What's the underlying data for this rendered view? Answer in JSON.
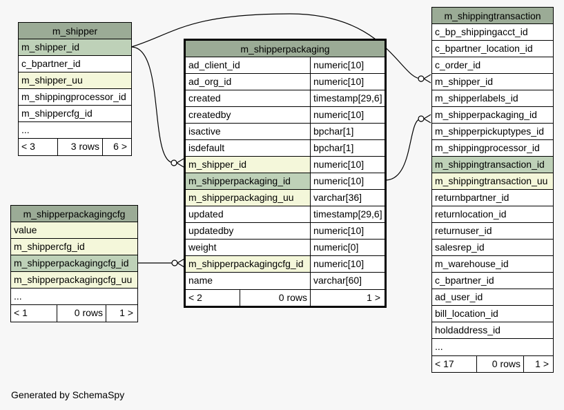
{
  "diagram": {
    "generated_by": "Generated by SchemaSpy",
    "m_shipper": {
      "title": "m_shipper",
      "columns": [
        "m_shipper_id",
        "c_bpartner_id",
        "m_shipper_uu",
        "m_shippingprocessor_id",
        "m_shippercfg_id",
        "..."
      ],
      "footer": {
        "left": "< 3",
        "mid": "3 rows",
        "right": "6 >"
      }
    },
    "m_shipperpackaging": {
      "title": "m_shipperpackaging",
      "columns": [
        {
          "name": "ad_client_id",
          "type": "numeric[10]"
        },
        {
          "name": "ad_org_id",
          "type": "numeric[10]"
        },
        {
          "name": "created",
          "type": "timestamp[29,6]"
        },
        {
          "name": "createdby",
          "type": "numeric[10]"
        },
        {
          "name": "isactive",
          "type": "bpchar[1]"
        },
        {
          "name": "isdefault",
          "type": "bpchar[1]"
        },
        {
          "name": "m_shipper_id",
          "type": "numeric[10]"
        },
        {
          "name": "m_shipperpackaging_id",
          "type": "numeric[10]"
        },
        {
          "name": "m_shipperpackaging_uu",
          "type": "varchar[36]"
        },
        {
          "name": "updated",
          "type": "timestamp[29,6]"
        },
        {
          "name": "updatedby",
          "type": "numeric[10]"
        },
        {
          "name": "weight",
          "type": "numeric[0]"
        },
        {
          "name": "m_shipperpackagingcfg_id",
          "type": "numeric[10]"
        },
        {
          "name": "name",
          "type": "varchar[60]"
        }
      ],
      "footer": {
        "left": "< 2",
        "mid": "0 rows",
        "right": "1 >"
      }
    },
    "m_shipperpackagingcfg": {
      "title": "m_shipperpackagingcfg",
      "columns": [
        "value",
        "m_shippercfg_id",
        "m_shipperpackagingcfg_id",
        "m_shipperpackagingcfg_uu",
        "..."
      ],
      "footer": {
        "left": "< 1",
        "mid": "0 rows",
        "right": "1 >"
      }
    },
    "m_shippingtransaction": {
      "title": "m_shippingtransaction",
      "columns": [
        "c_bp_shippingacct_id",
        "c_bpartner_location_id",
        "c_order_id",
        "m_shipper_id",
        "m_shipperlabels_id",
        "m_shipperpackaging_id",
        "m_shipperpickuptypes_id",
        "m_shippingprocessor_id",
        "m_shippingtransaction_id",
        "m_shippingtransaction_uu",
        "returnbpartner_id",
        "returnlocation_id",
        "returnuser_id",
        "salesrep_id",
        "m_warehouse_id",
        "c_bpartner_id",
        "ad_user_id",
        "bill_location_id",
        "holdaddress_id",
        "..."
      ],
      "footer": {
        "left": "< 17",
        "mid": "0 rows",
        "right": "1 >"
      }
    }
  }
}
